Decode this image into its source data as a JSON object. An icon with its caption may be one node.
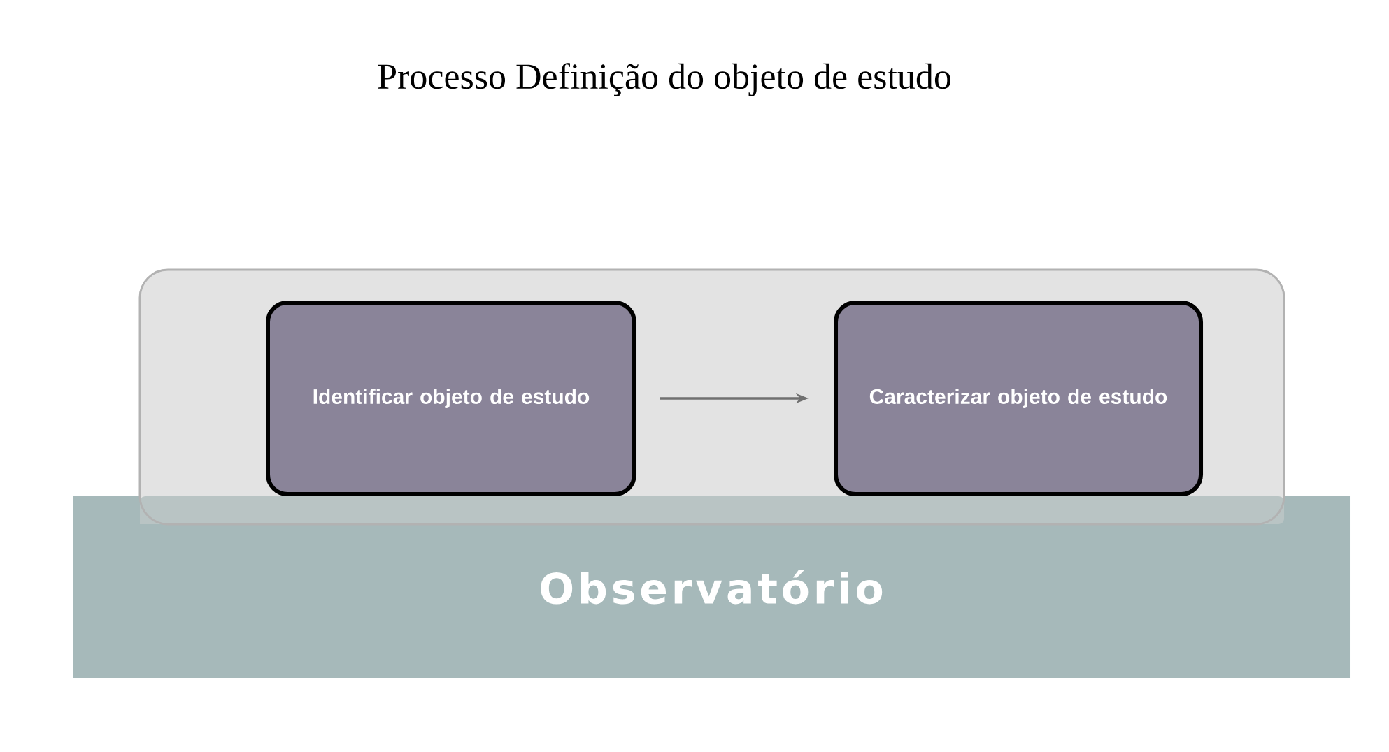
{
  "diagram": {
    "title": "Processo Definição do objeto de estudo",
    "nodes": [
      {
        "text": [],
        "shape": "box"
      },
      {
        "text": [
          "Identificar objeto de estudo"
        ],
        "in": 0
      },
      {
        "text": [
          "Caracterizar objeto de estudo"
        ],
        "in": 0
      },
      {
        "text": [
          "Observatório"
        ]
      }
    ],
    "edges": [
      {
        "from": 1,
        "to": 2,
        "arrow": "to"
      }
    ]
  }
}
